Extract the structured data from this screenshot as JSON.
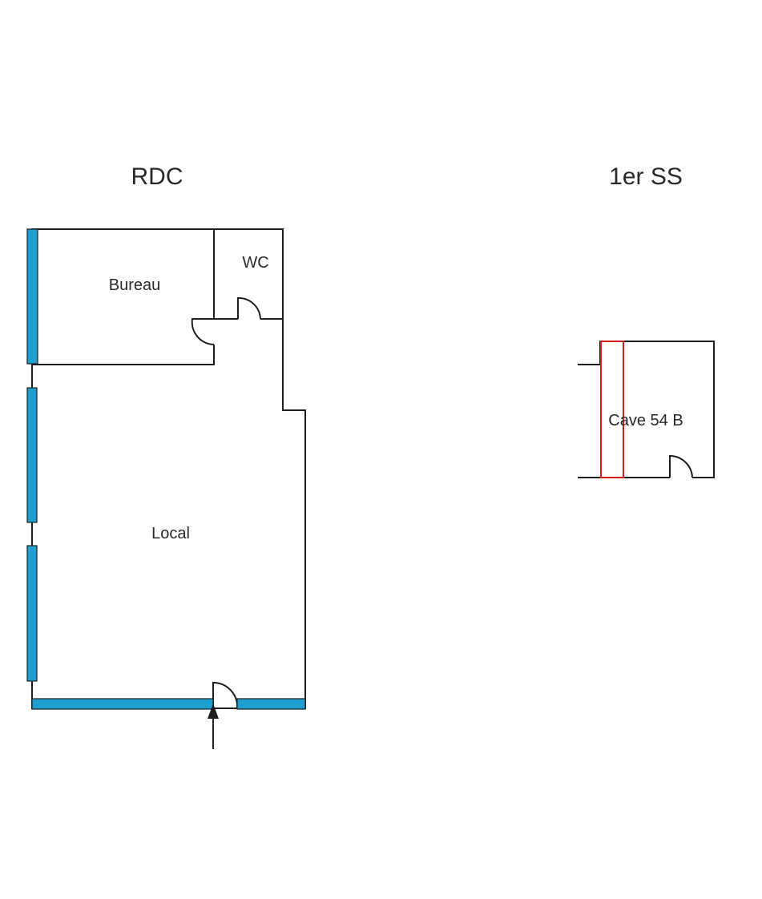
{
  "colors": {
    "wall": "#1e1e1e",
    "window": "#1f9fd0",
    "highlight": "#d42020",
    "text": "#2a2a2a"
  },
  "floors": {
    "rdc": {
      "title": "RDC",
      "rooms": {
        "bureau": "Bureau",
        "wc": "WC",
        "local": "Local"
      }
    },
    "ss1": {
      "title": "1er SS",
      "rooms": {
        "cave": "Cave 54 B"
      }
    }
  },
  "icons": {
    "entrance": "entrance-arrow-icon"
  }
}
